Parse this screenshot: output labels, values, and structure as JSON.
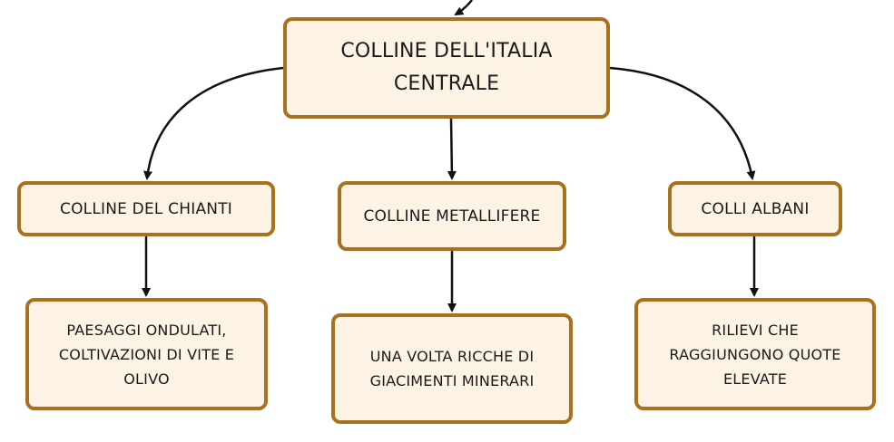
{
  "diagram": {
    "colors": {
      "node_fill": "#fdf3e4",
      "node_border": "#a8701f",
      "text": "#1a1a1a",
      "connector": "#111111"
    },
    "nodes": {
      "root": "COLLINE DELL'ITALIA CENTRALE",
      "chianti": "COLLINE DEL CHIANTI",
      "metallifere": "COLLINE METALLIFERE",
      "albani": "COLLI ALBANI",
      "paesaggi": "PAESAGGI ONDULATI, COLTIVAZIONI DI VITE E OLIVO",
      "volta": "UNA VOLTA RICCHE DI GIACIMENTI MINERARI",
      "rilievi": "RILIEVI CHE RAGGIUNGONO QUOTE ELEVATE"
    },
    "edges": [
      {
        "from": "root",
        "to": "chianti"
      },
      {
        "from": "root",
        "to": "metallifere"
      },
      {
        "from": "root",
        "to": "albani"
      },
      {
        "from": "chianti",
        "to": "paesaggi"
      },
      {
        "from": "metallifere",
        "to": "volta"
      },
      {
        "from": "albani",
        "to": "rilievi"
      }
    ]
  }
}
